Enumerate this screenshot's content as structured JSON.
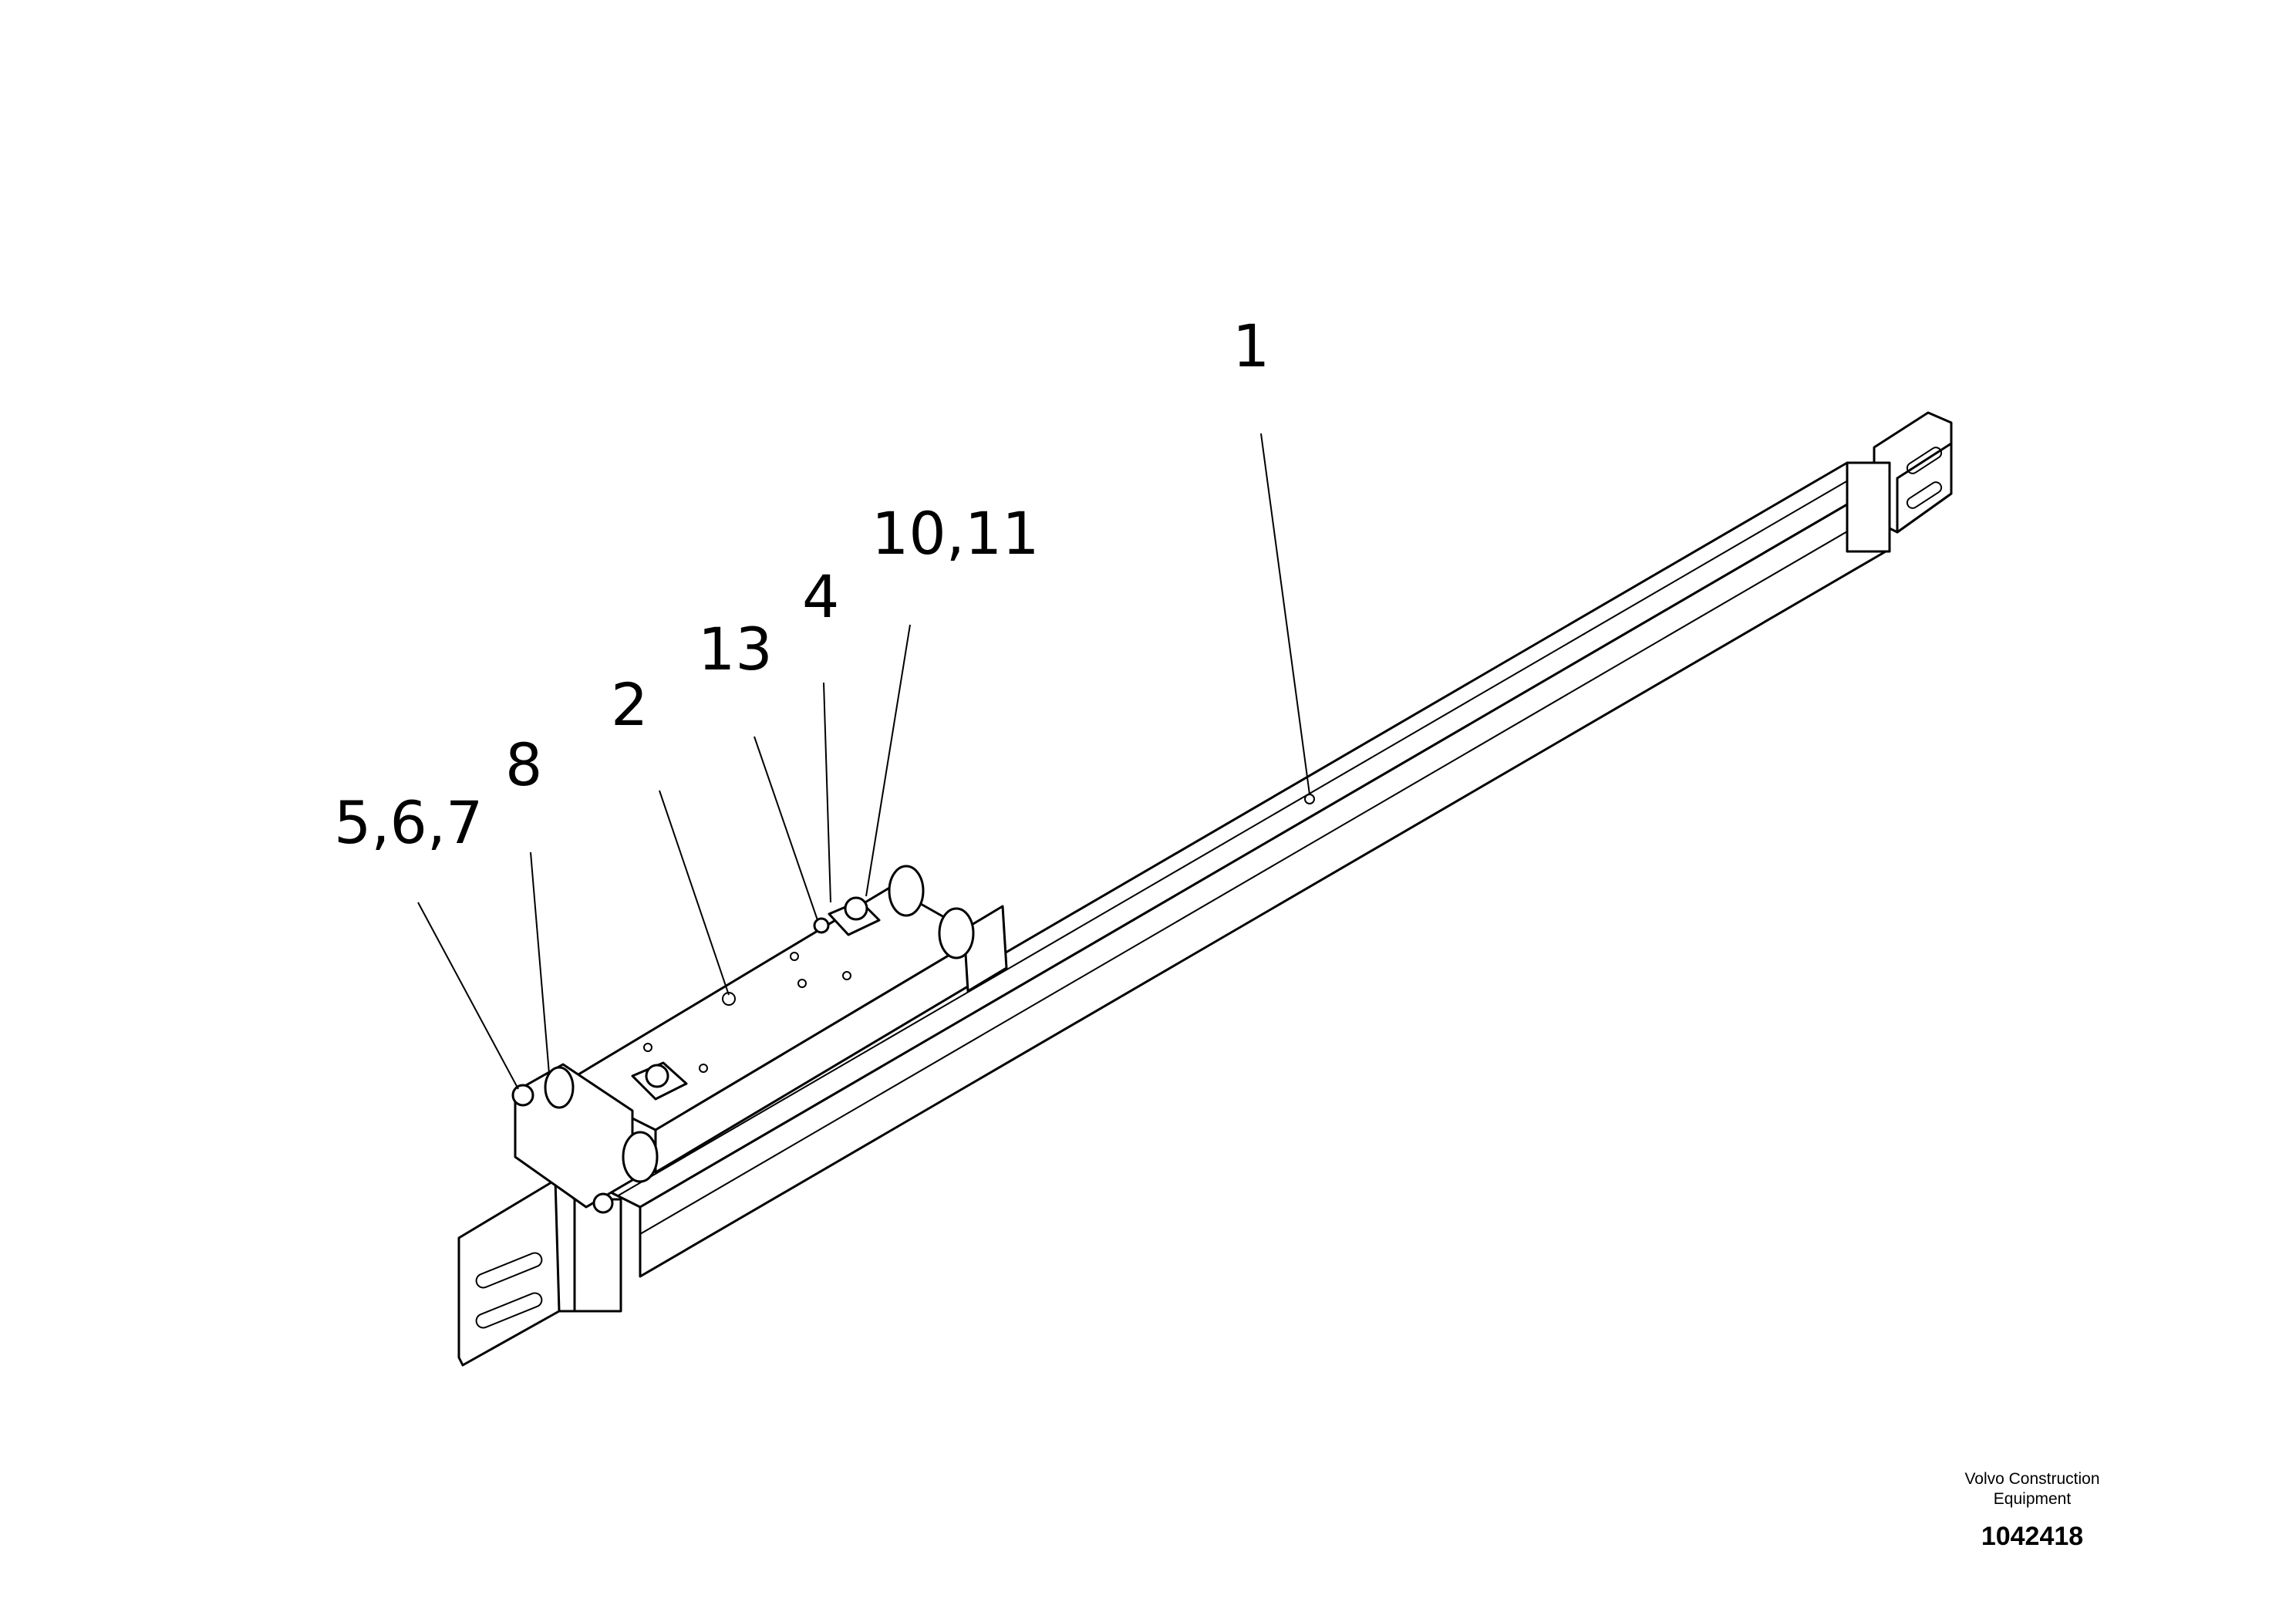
{
  "callouts": {
    "c1": "1",
    "c2": "2",
    "c4": "4",
    "c8": "8",
    "c13": "13",
    "c567": "5,6,7",
    "c1011": "10,11"
  },
  "brand": {
    "line1": "Volvo Construction",
    "line2": "Equipment",
    "code": "1042418"
  }
}
